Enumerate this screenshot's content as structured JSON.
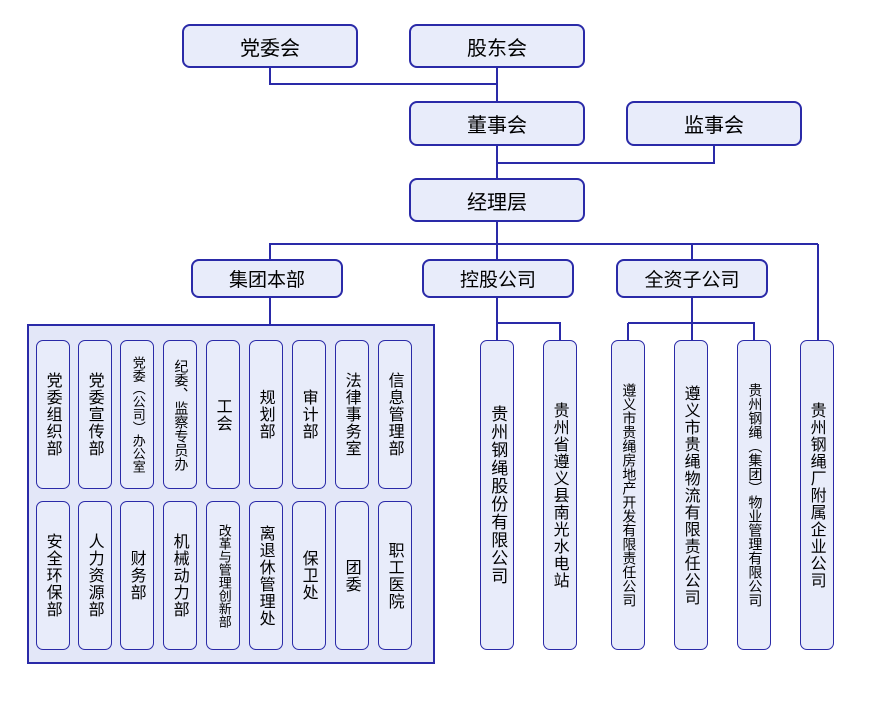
{
  "top": {
    "party_committee": "党委会",
    "shareholders": "股东会",
    "board": "董事会",
    "supervisors": "监事会",
    "management": "经理层"
  },
  "branches": {
    "headquarters": "集团本部",
    "holding": "控股公司",
    "wholly_owned": "全资子公司"
  },
  "hq_departments_row1": [
    "党委组织部",
    "党委宣传部",
    "党委（公司）办公室",
    "纪委、监察专员办",
    "工会",
    "规划部",
    "审计部",
    "法律事务室",
    "信息管理部"
  ],
  "hq_departments_row2": [
    "安全环保部",
    "人力资源部",
    "财务部",
    "机械动力部",
    "改革与管理创新部",
    "离退休管理处",
    "保卫处",
    "团委",
    "职工医院"
  ],
  "holding_companies": [
    "贵州钢绳股份有限公司",
    "贵州省遵义县南光水电站"
  ],
  "wholly_owned_companies": [
    "遵义市贵绳房地产开发有限责任公司",
    "遵义市贵绳物流有限责任公司",
    "贵州钢绳（集团）物业管理有限公司"
  ],
  "affiliate": "贵州钢绳厂附属企业公司"
}
